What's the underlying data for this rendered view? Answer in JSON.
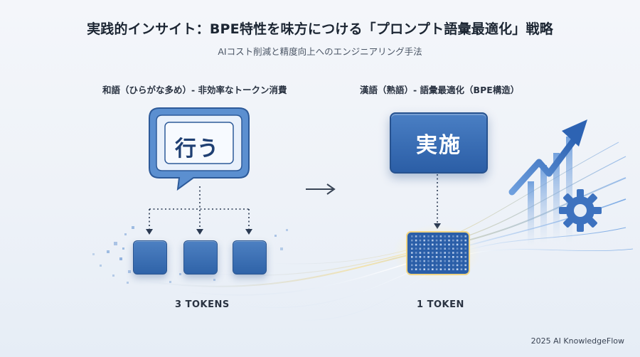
{
  "header": {
    "title": "実践的インサイト：BPE特性を味方につける「プロンプト語彙最適化」戦略",
    "subtitle": "AIコスト削減と精度向上へのエンジニアリング手法"
  },
  "left": {
    "label": "和語（ひらがな多め）- 非効率なトークン消費",
    "bubble_text": "行う",
    "tokens_label": "3 TOKENS"
  },
  "right": {
    "label": "漢語（熟語）- 語彙最適化（BPE構造）",
    "box_text": "実施",
    "tokens_label": "1 TOKEN"
  },
  "footer": "2025 AI KnowledgeFlow",
  "icons": [
    "speech-bubble-icon",
    "arrow-right-icon",
    "chip-icon",
    "trend-arrow-icon",
    "gear-icon"
  ],
  "colors": {
    "primary_blue": "#2f63a8",
    "dark_navy": "#1f3f73",
    "glow_yellow": "#f3d98a"
  }
}
